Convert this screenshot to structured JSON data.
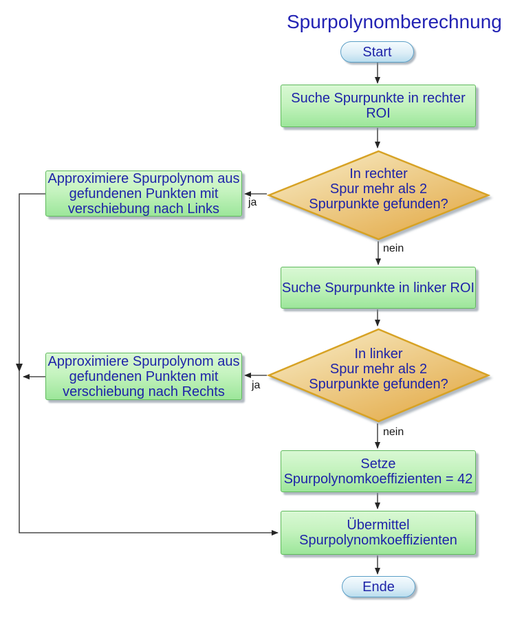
{
  "title": "Spurpolynomberechnung",
  "nodes": {
    "start": {
      "label": "Start"
    },
    "search_right": {
      "label": "Suche Spurpunkte in rechter\nROI"
    },
    "decision_right": {
      "label": "In rechter\nSpur mehr als 2\nSpurpunkte gefunden?"
    },
    "approx_left": {
      "label": "Approximiere Spurpolynom aus\ngefundenen Punkten mit\nverschiebung nach Links"
    },
    "search_left": {
      "label": "Suche Spurpunkte in linker ROI"
    },
    "decision_left": {
      "label": "In linker\nSpur mehr als 2\nSpurpunkte gefunden?"
    },
    "approx_right": {
      "label": "Approximiere Spurpolynom aus\ngefundenen Punkten mit\nverschiebung nach Rechts"
    },
    "set_coefficients": {
      "label": "Setze\nSpurpolynomkoeffizienten = 42"
    },
    "transmit": {
      "label": "Übermittel\nSpurpolynomkoeffizienten"
    },
    "end": {
      "label": "Ende"
    }
  },
  "edge_labels": {
    "ja_right": "ja",
    "nein_right": "nein",
    "ja_left": "ja",
    "nein_left": "nein"
  },
  "colors": {
    "title_text": "#2323b4",
    "node_text": "#1e23a8",
    "edge_line": "#262626",
    "label_text": "#161616",
    "process_border": "#5fb95c",
    "process_fill_top": "#d9f8d4",
    "process_fill_mid": "#c5f3bf",
    "process_fill_bottom": "#9ce69a",
    "decision_border": "#d7a224",
    "decision_fill_light": "#f8eecb",
    "decision_fill_dark": "#e3a945",
    "terminal_border": "#5a9ec6",
    "terminal_fill_top": "#f5fbfe",
    "terminal_fill_mid": "#ddeef7",
    "terminal_fill_bottom": "#b9ddee"
  }
}
